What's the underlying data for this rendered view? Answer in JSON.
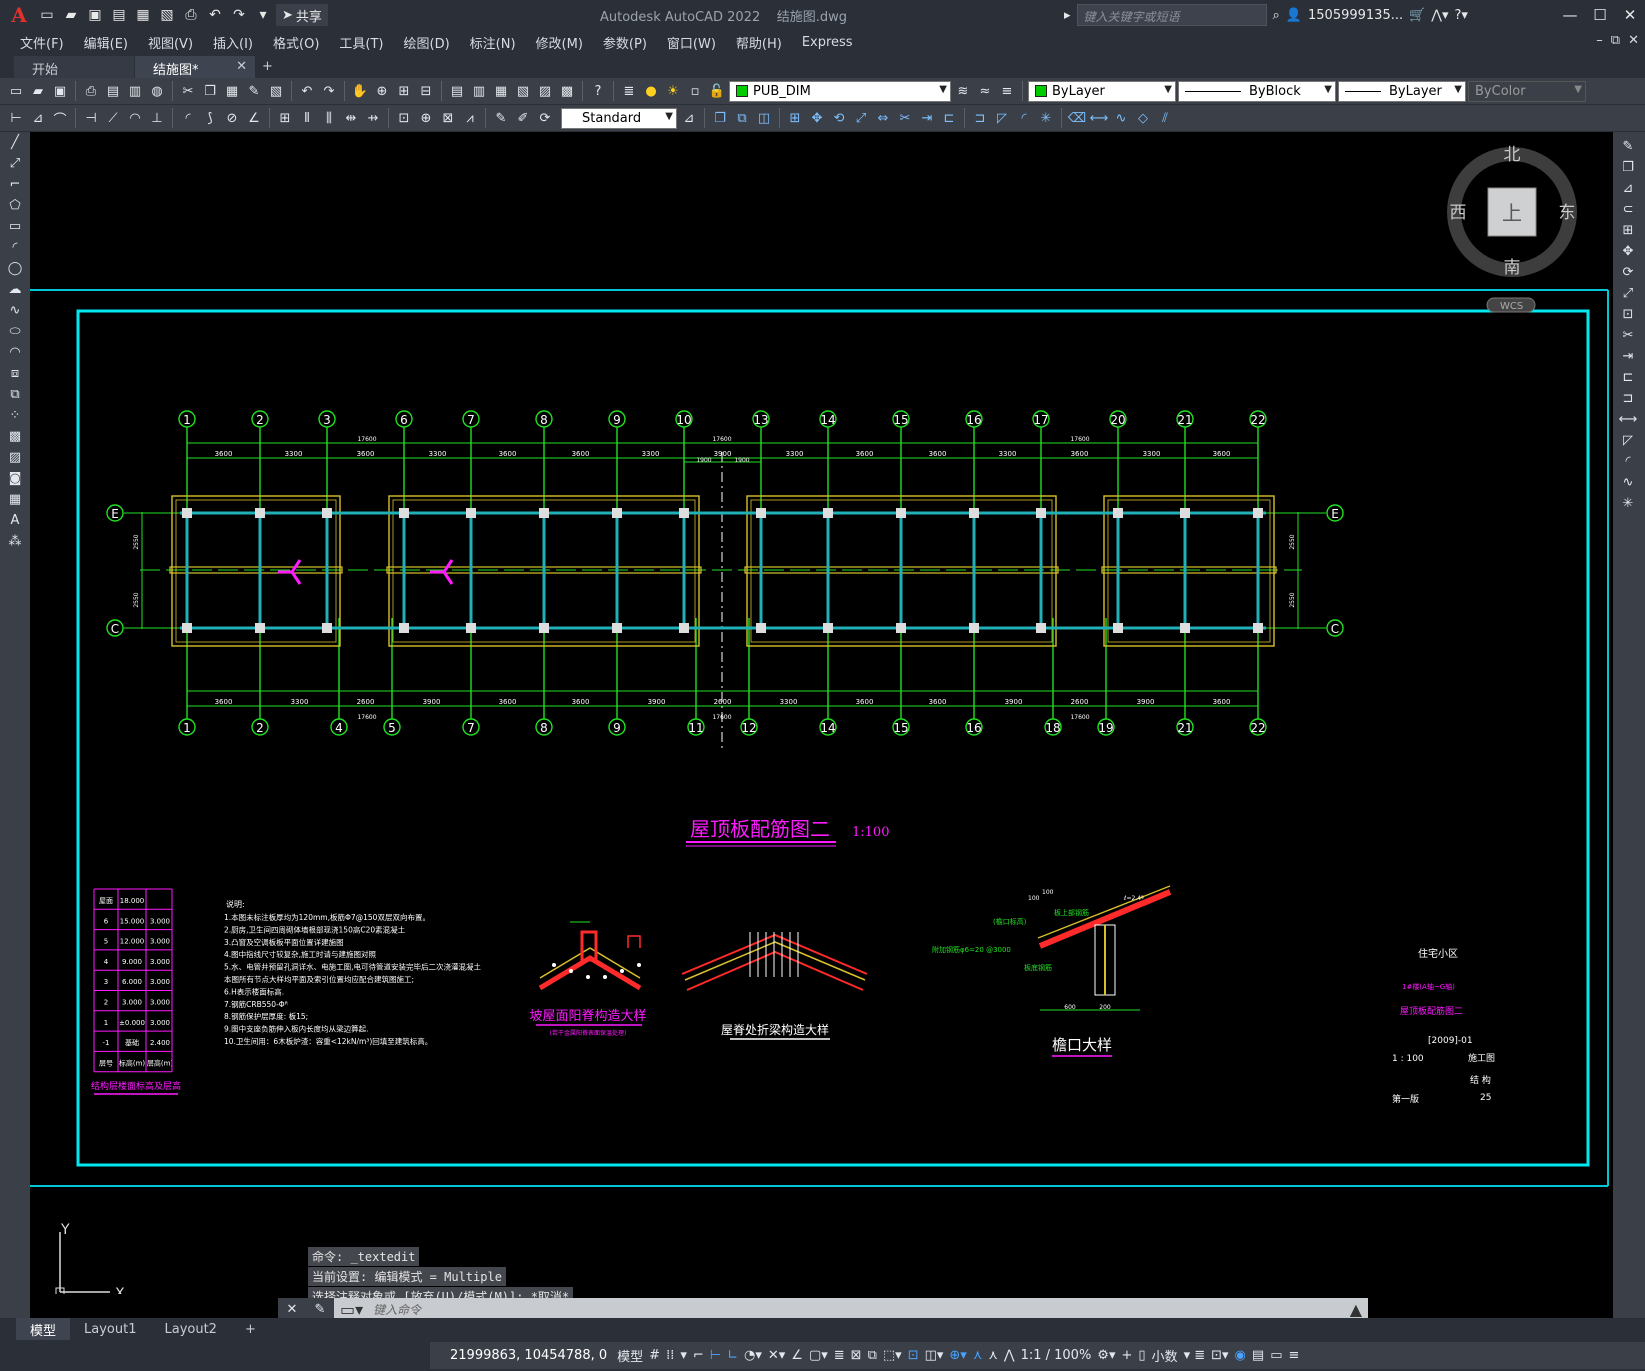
{
  "titlebar": {
    "app_title": "Autodesk AutoCAD 2022",
    "file_name": "结施图.dwg",
    "share_label": "共享",
    "search_placeholder": "键入关键字或短语",
    "user_name": "1505999135..."
  },
  "menu": [
    "文件(F)",
    "编辑(E)",
    "视图(V)",
    "插入(I)",
    "格式(O)",
    "工具(T)",
    "绘图(D)",
    "标注(N)",
    "修改(M)",
    "参数(P)",
    "窗口(W)",
    "帮助(H)",
    "Express"
  ],
  "tabs": [
    {
      "label": "开始"
    },
    {
      "label": "结施图*"
    }
  ],
  "properties": {
    "layer": "PUB_DIM",
    "color": "ByLayer",
    "linetype": "ByBlock",
    "lineweight": "ByLayer",
    "plotstyle": "ByColor",
    "text_style": "Standard",
    "layer_color": "#00cc00"
  },
  "viewcube": {
    "north": "北",
    "south": "南",
    "east": "东",
    "west": "西",
    "face": "上",
    "ucs": "WCS"
  },
  "drawing": {
    "title": "屋顶板配筋图二",
    "scale": "1:100",
    "top_axes": [
      "1",
      "2",
      "3",
      "6",
      "7",
      "8",
      "9",
      "10",
      "13",
      "14",
      "15",
      "16",
      "17",
      "20",
      "21",
      "22"
    ],
    "bottom_axes": [
      "1",
      "2",
      "4",
      "5",
      "7",
      "8",
      "9",
      "11",
      "12",
      "14",
      "15",
      "16",
      "18",
      "19",
      "21",
      "22"
    ],
    "row_axes": [
      "E",
      "C"
    ],
    "top_dims": [
      "3600",
      "3300",
      "3600",
      "3300",
      "3600",
      "3600",
      "3300",
      "3900",
      "3300",
      "3600",
      "3600",
      "3300",
      "3600",
      "3300",
      "3600"
    ],
    "top_total_dims": [
      "17600",
      "17600",
      "17600"
    ],
    "mid_dims": [
      "1900",
      "1900"
    ],
    "side_dims": [
      "2550",
      "2550"
    ],
    "bottom_dims": [
      "3600",
      "3300",
      "2600",
      "3900",
      "3600",
      "3600",
      "3900",
      "2600",
      "3300",
      "3600",
      "3600",
      "3900",
      "2600",
      "3900",
      "3600"
    ],
    "bottom_total_dims": [
      "17600",
      "17600",
      "17600"
    ],
    "level_table": {
      "rows": [
        [
          "屋面",
          "18.000",
          ""
        ],
        [
          "6",
          "15.000",
          "3.000"
        ],
        [
          "5",
          "12.000",
          "3.000"
        ],
        [
          "4",
          "9.000",
          "3.000"
        ],
        [
          "3",
          "6.000",
          "3.000"
        ],
        [
          "2",
          "3.000",
          "3.000"
        ],
        [
          "1",
          "±0.000",
          "3.000"
        ],
        [
          "-1",
          "基础",
          "2.400"
        ],
        [
          "层号",
          "标高(m)",
          "层高(m)"
        ]
      ],
      "caption": "结构层楼面标高及层高"
    },
    "notes_title": "说明:",
    "notes": [
      "1.本图未标注板厚均为120mm,板筋Φ7@150双层双向布置。",
      "2.厨房,卫生间四周砌体墙根部现浇150高C20素混凝土",
      "3.凸窗及空调板板平面位置详建施图",
      "4.图中指线尺寸较复杂,施工时请与建施图对照",
      "5.水、电管井预留孔洞详水、电施工图,电可待管道安装完毕后二次浇灌混凝土",
      "本图所有节点大样均平面及索引位置均应配合建筑图施工;",
      "6.H表示楼面标高.",
      "7.钢筋CRB550-Φᴿ",
      "8.钢筋保护层厚度: 板15;",
      "9.图中支座负筋伸入板内长度均从梁边算起.",
      "10.卫生间用：6木板炉渣：容重<12kN/m³)回填至建筑标高。"
    ],
    "detail_1": "坡屋面阳脊构造大样",
    "detail_1_sub": "(若干金属阳脊表面保温处理)",
    "detail_2": "屋脊处折梁构造大样",
    "detail_3": "檐口大样",
    "detail_3_notes": [
      "(檐口标高)",
      "板上部钢筋",
      "附加钢筋φ6=20 @3000",
      "板底钢筋"
    ],
    "detail_dims": [
      "600",
      "200",
      "100",
      "100",
      "ℓ=2.4ª"
    ],
    "title_block": {
      "project": "住宅小区",
      "building": "1#楼(A轴~G轴)",
      "drawing_name": "屋顶板配筋图二",
      "number": "[2009]-01",
      "scale": "1 : 100",
      "stage": "施工图",
      "discipline": "结 构",
      "version": "第一版",
      "sheet": "25"
    }
  },
  "command": {
    "history": [
      "命令: _textedit",
      "当前设置: 编辑模式 = Multiple",
      "选择注释对象或 [放弃(U)/模式(M)]: *取消*"
    ],
    "placeholder": "键入命令"
  },
  "layout_tabs": [
    "模型",
    "Layout1",
    "Layout2"
  ],
  "status": {
    "coordinates": "21999863, 10454788, 0",
    "model": "模型",
    "scale": "1:1 / 100%",
    "units": "小数"
  },
  "ucs_axes": [
    "Y",
    "X"
  ]
}
